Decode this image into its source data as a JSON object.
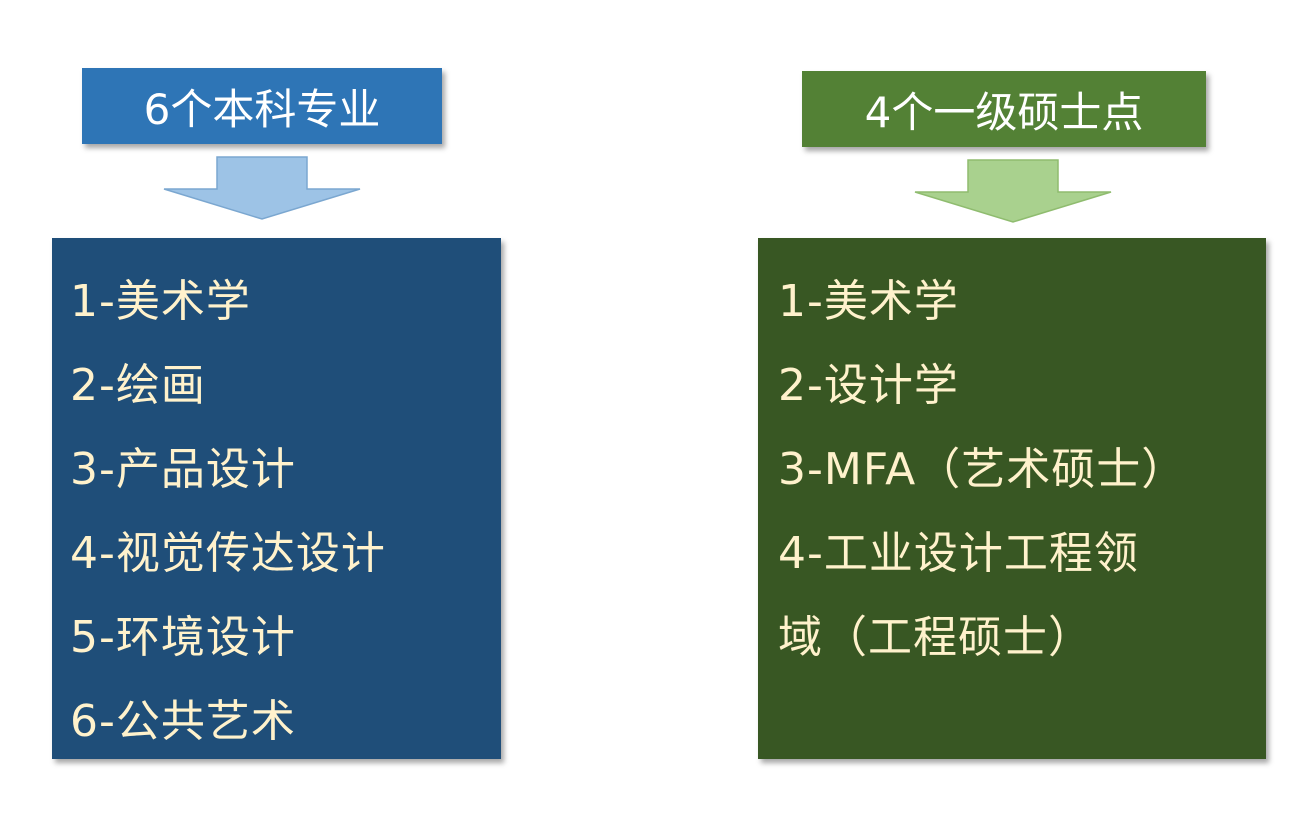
{
  "left": {
    "header": "6个本科专业",
    "items": [
      "1-美术学",
      "2-绘画",
      "3-产品设计",
      "4-视觉传达设计",
      "5-环境设计",
      "6-公共艺术"
    ],
    "colors": {
      "header": "#2e75b6",
      "arrow": "#9dc3e6",
      "panel": "#1f4e79",
      "text": "#fff2cc"
    }
  },
  "right": {
    "header": "4个一级硕士点",
    "items": [
      "1-美术学",
      "2-设计学",
      "3-MFA（艺术硕士）",
      "4-工业设计工程领",
      "域（工程硕士）"
    ],
    "colors": {
      "header": "#538135",
      "arrow": "#a9d18e",
      "panel": "#385723",
      "text": "#fff2cc"
    }
  }
}
